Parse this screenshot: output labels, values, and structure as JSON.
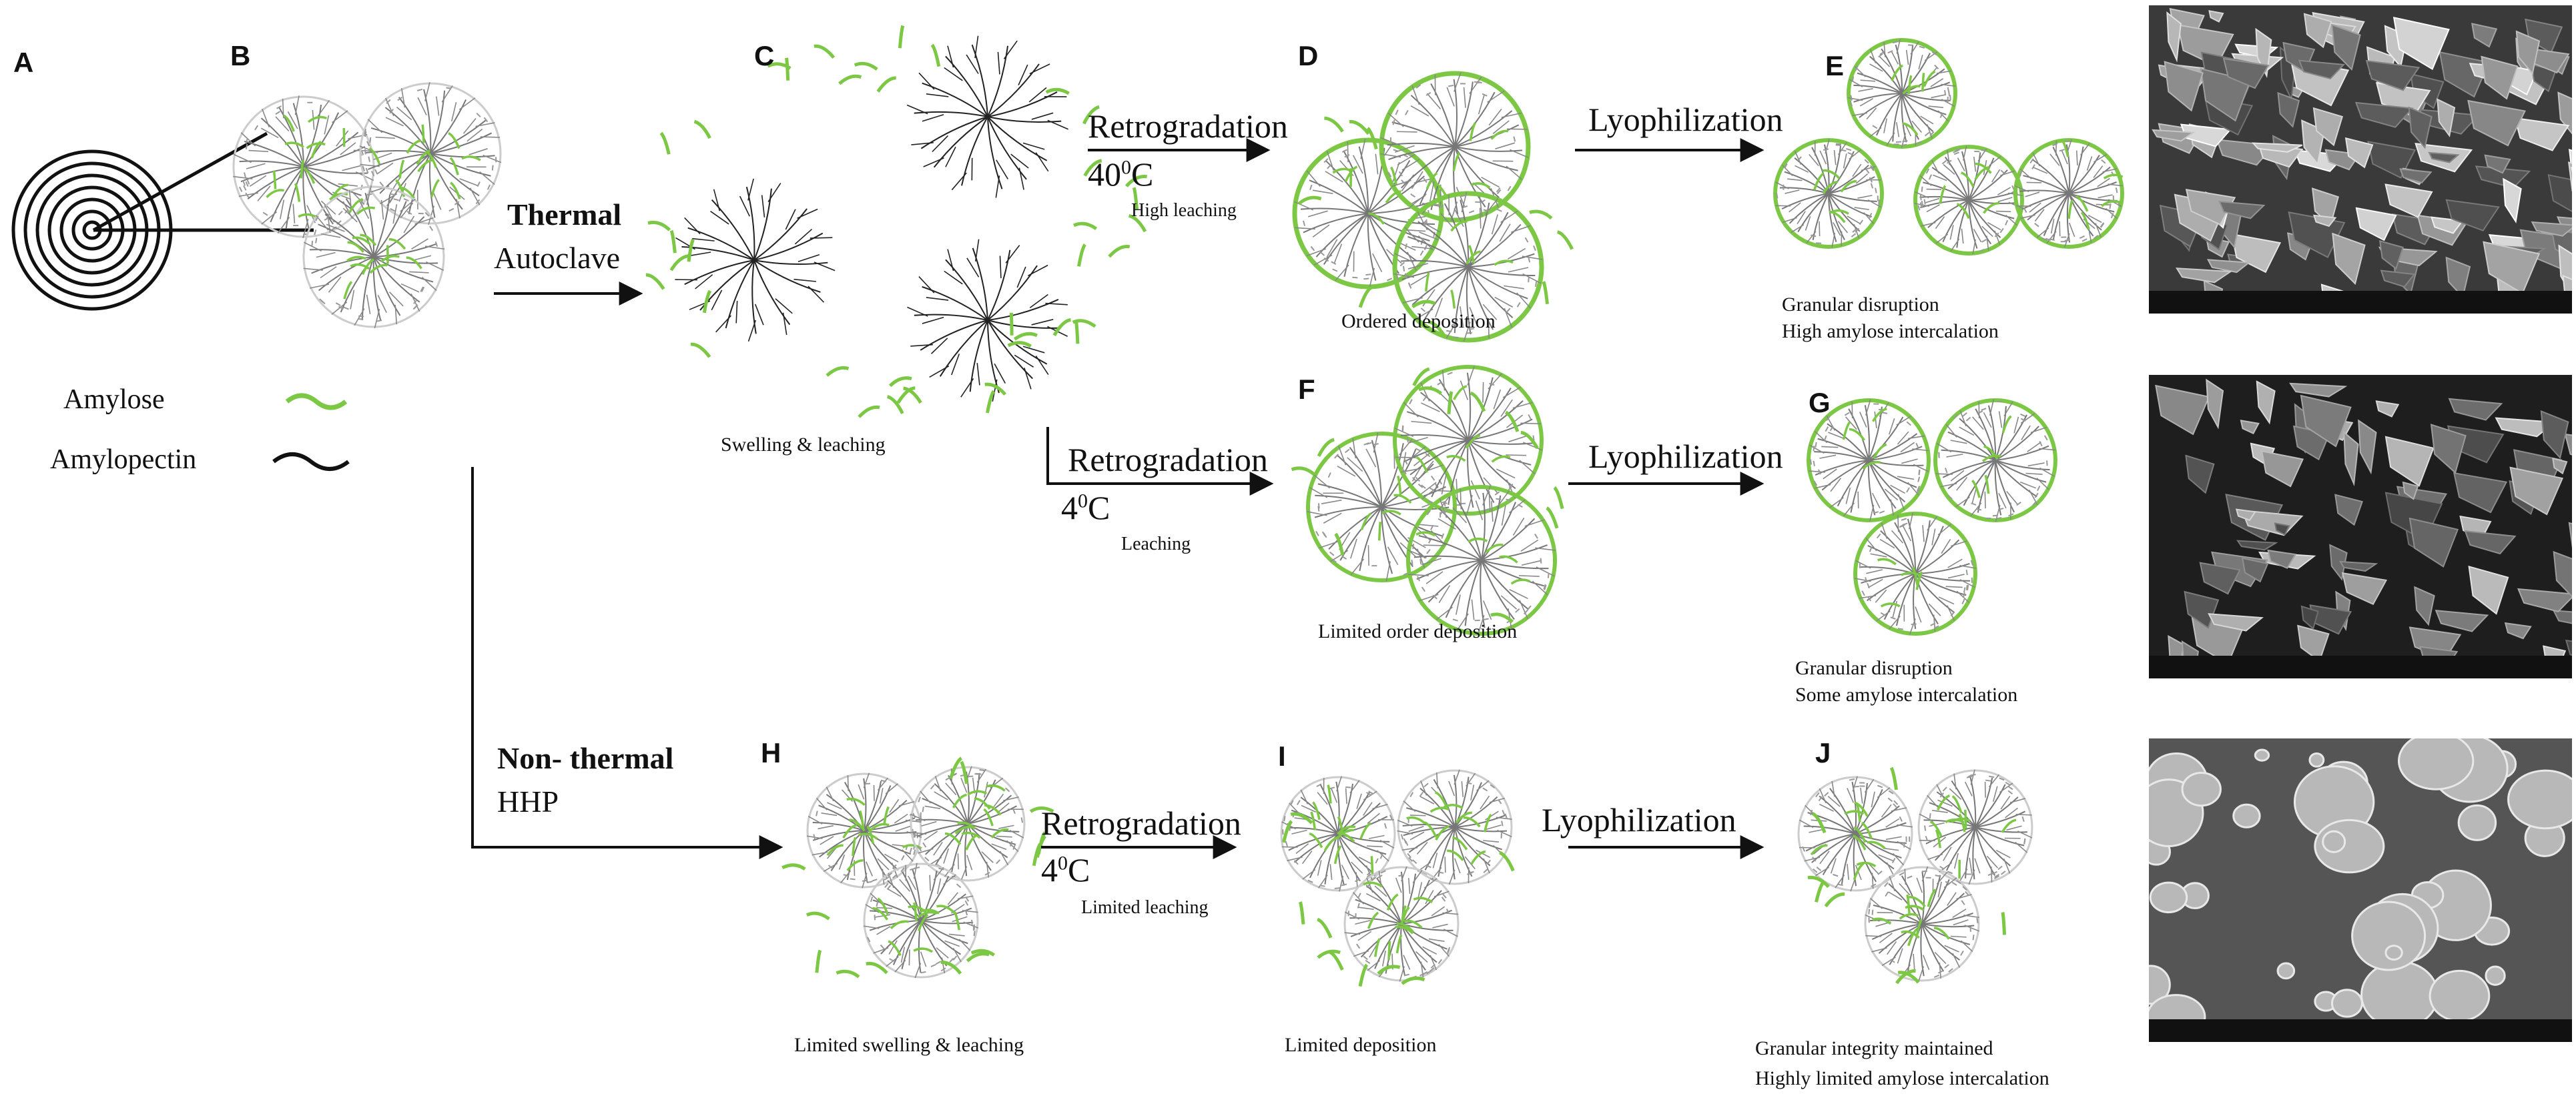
{
  "colors": {
    "amylose": "#7cc844",
    "amylopectin": "#222222",
    "bg": "#ffffff"
  },
  "panels": [
    "A",
    "B",
    "C",
    "D",
    "E",
    "F",
    "G",
    "H",
    "I",
    "J"
  ],
  "legend": {
    "amylose": "Amylose",
    "amylopectin": "Amylopectin"
  },
  "pathways": {
    "thermal_bold": "Thermal",
    "thermal_sub": "Autoclave",
    "nonthermal_bold": "Non- thermal",
    "nonthermal_sub": "HHP"
  },
  "steps": {
    "retro_d": {
      "label": "Retrogradation",
      "temp_pre": "40",
      "temp_sup": "0",
      "temp_post": "C",
      "note": "High leaching"
    },
    "retro_f": {
      "label": "Retrogradation",
      "temp_pre": "4",
      "temp_sup": "0",
      "temp_post": "C",
      "note": "Leaching"
    },
    "retro_i": {
      "label": "Retrogradation",
      "temp_pre": "4",
      "temp_sup": "0",
      "temp_post": "C",
      "note": "Limited leaching"
    },
    "lyo_e": "Lyophilization",
    "lyo_g": "Lyophilization",
    "lyo_j": "Lyophilization"
  },
  "captions": {
    "c": "Swelling & leaching",
    "d": "Ordered deposition",
    "e1": "Granular disruption",
    "e2": "High amylose intercalation",
    "f": "Limited  order deposition",
    "g1": "Granular disruption",
    "g2": "Some amylose intercalation",
    "h": "Limited swelling & leaching",
    "i": "Limited deposition",
    "j1": "Granular integrity maintained",
    "j2": "Highly limited amylose intercalation"
  }
}
